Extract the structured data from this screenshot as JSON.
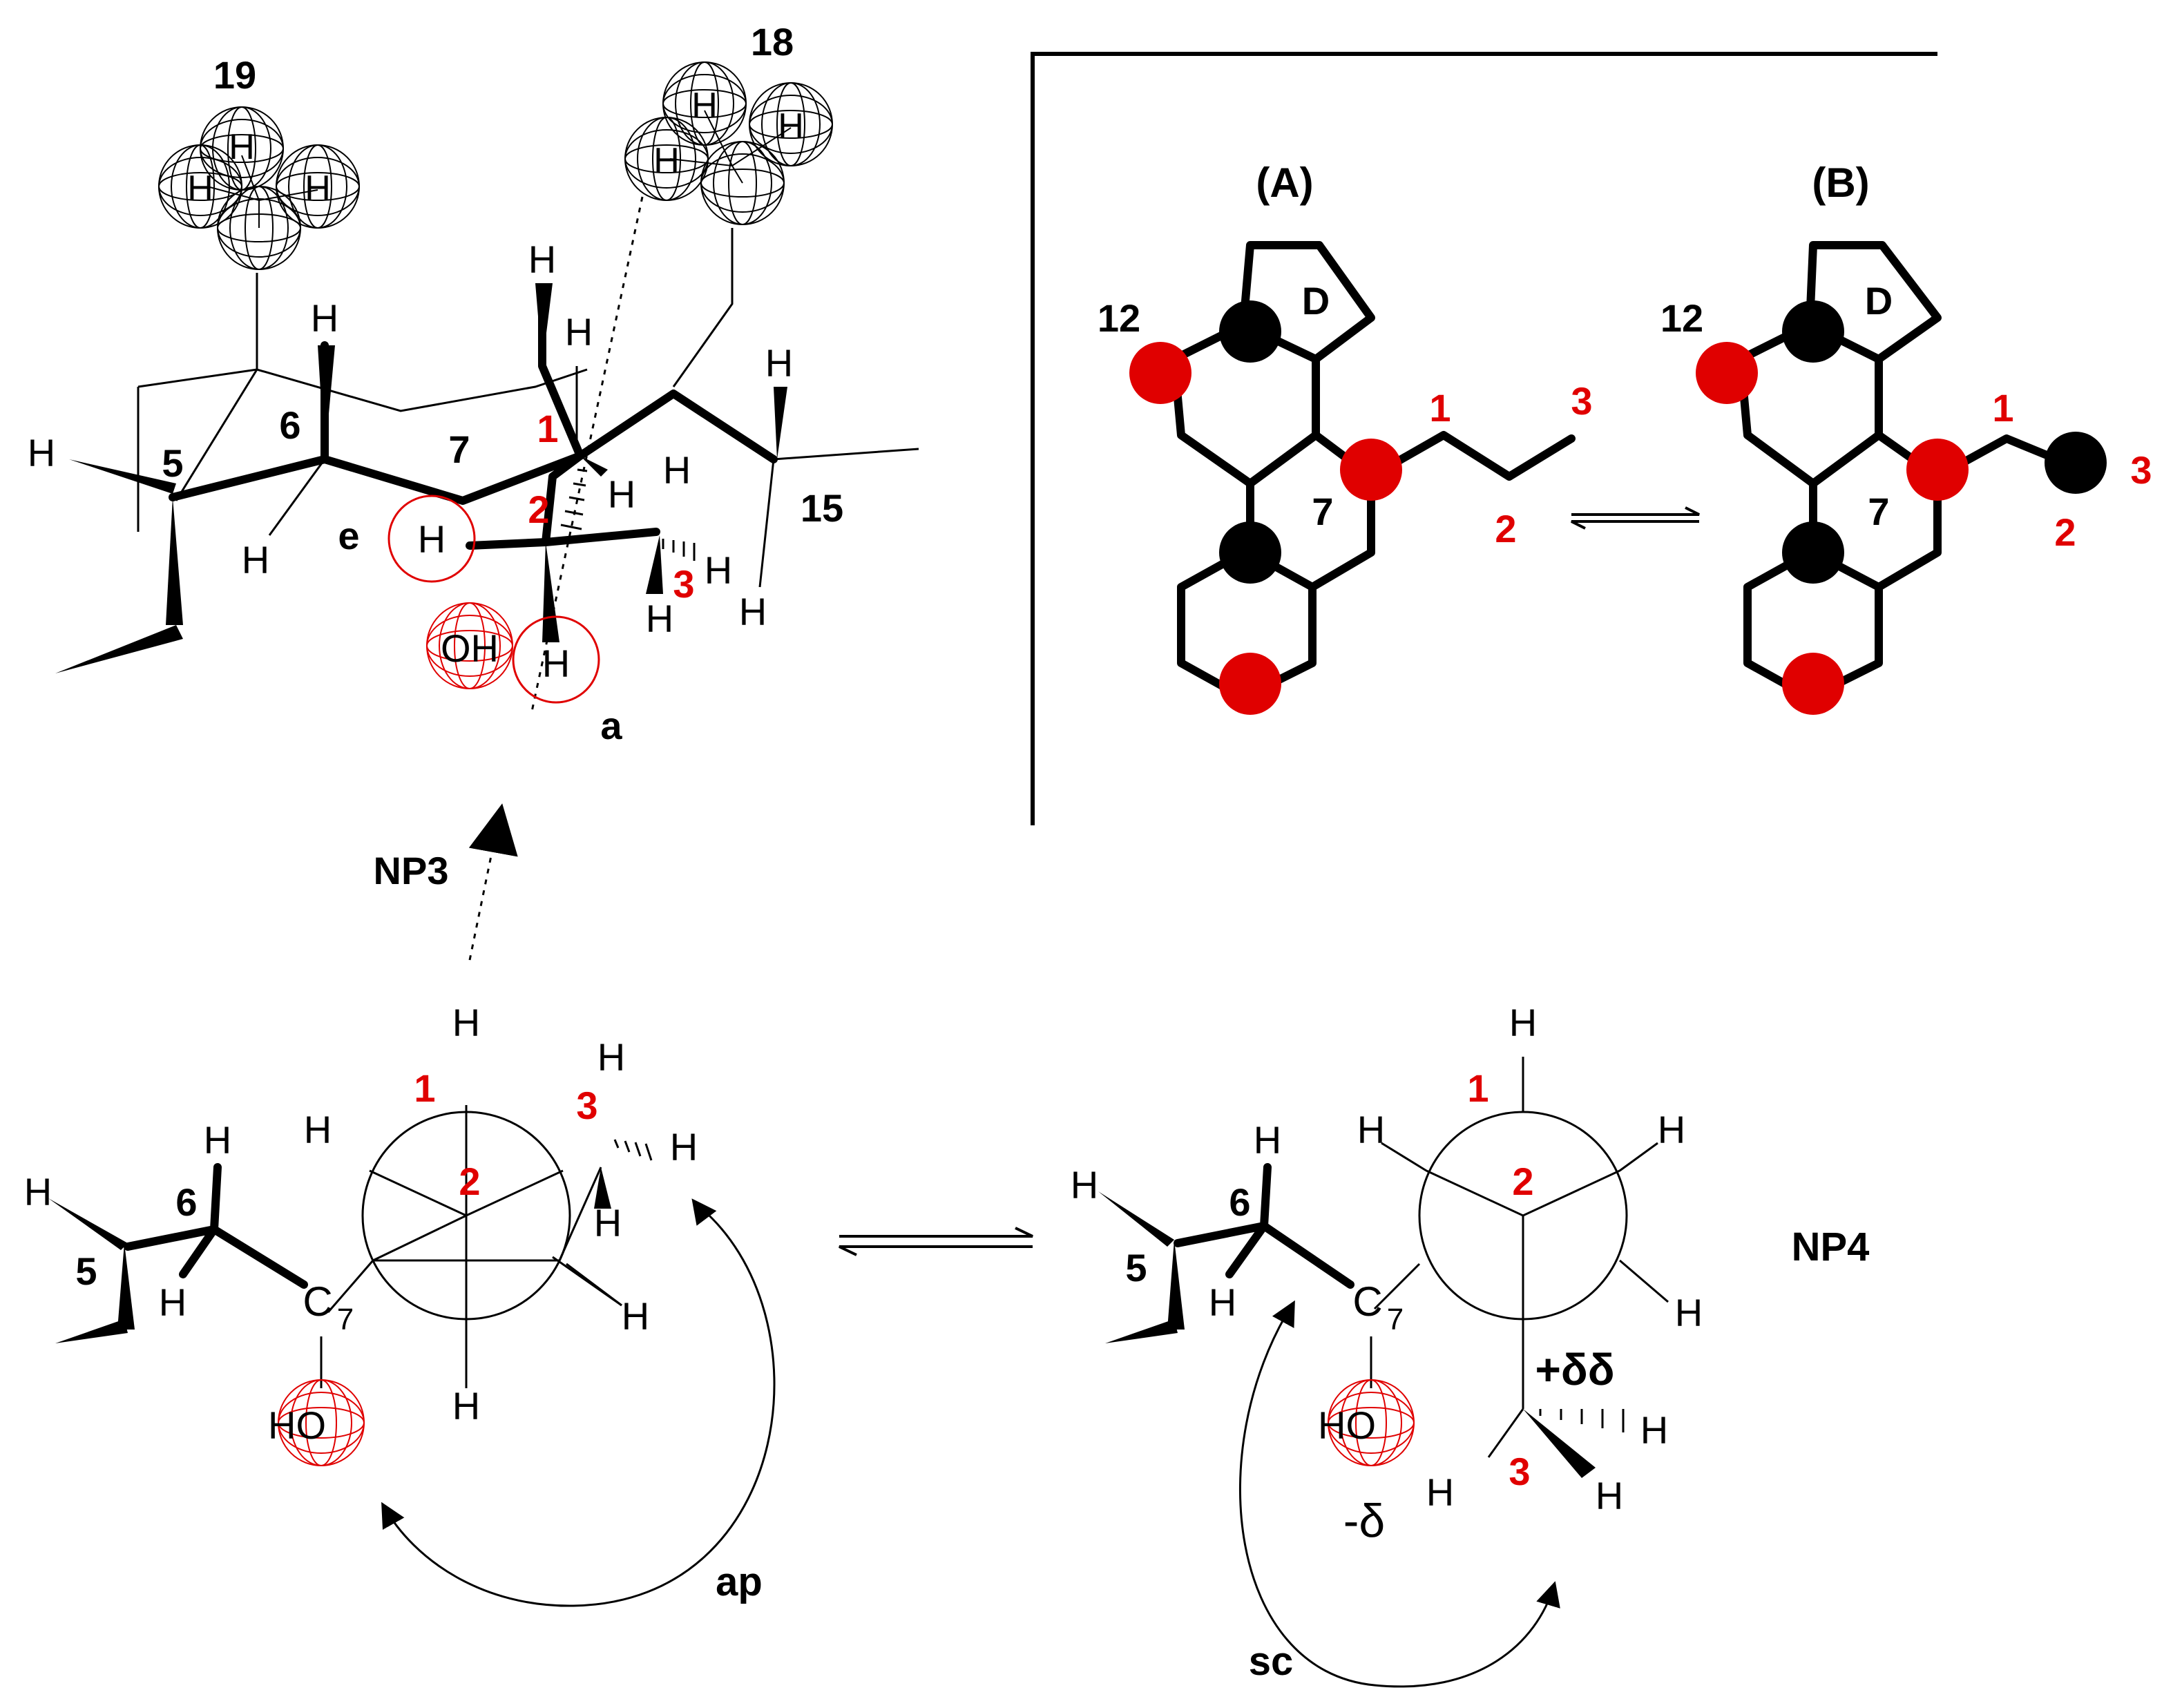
{
  "colors": {
    "ink": "#000000",
    "highlight": "#e00000",
    "background": "#ffffff"
  },
  "top_left": {
    "methyl_labels": [
      "19",
      "18"
    ],
    "ring_labels": {
      "c5": "5",
      "c6": "6",
      "c7": "7",
      "c15": "15"
    },
    "side_chain_labels": {
      "c1": "1",
      "c2": "2",
      "c3": "3"
    },
    "hydrogen": "H",
    "hydroxyl": "OH",
    "position_labels": {
      "e": "e",
      "a": "a"
    },
    "arrow_label": "NP3"
  },
  "inset": {
    "panel_a_label": "(A)",
    "panel_b_label": "(B)",
    "ring_label_d": "D",
    "atom_labels": {
      "c12": "12",
      "c7": "7"
    },
    "chain_labels": {
      "c1": "1",
      "c2": "2",
      "c3": "3"
    }
  },
  "bottom_left": {
    "atom_labels": {
      "c5": "5",
      "c6": "6",
      "c7": "C",
      "c7_sub": "7"
    },
    "newman_labels": {
      "front": "1",
      "center": "2",
      "methyl": "3"
    },
    "hydrogen": "H",
    "hydroxyl": "HO",
    "rotation_label": "ap"
  },
  "bottom_right": {
    "atom_labels": {
      "c5": "5",
      "c6": "6",
      "c7": "C",
      "c7_sub": "7"
    },
    "newman_labels": {
      "front": "1",
      "center": "2",
      "methyl": "3"
    },
    "hydrogen": "H",
    "hydroxyl": "HO",
    "partial_positive": "+δδ",
    "partial_negative": "-δ",
    "rotation_label": "sc",
    "conformer_label": "NP4"
  }
}
